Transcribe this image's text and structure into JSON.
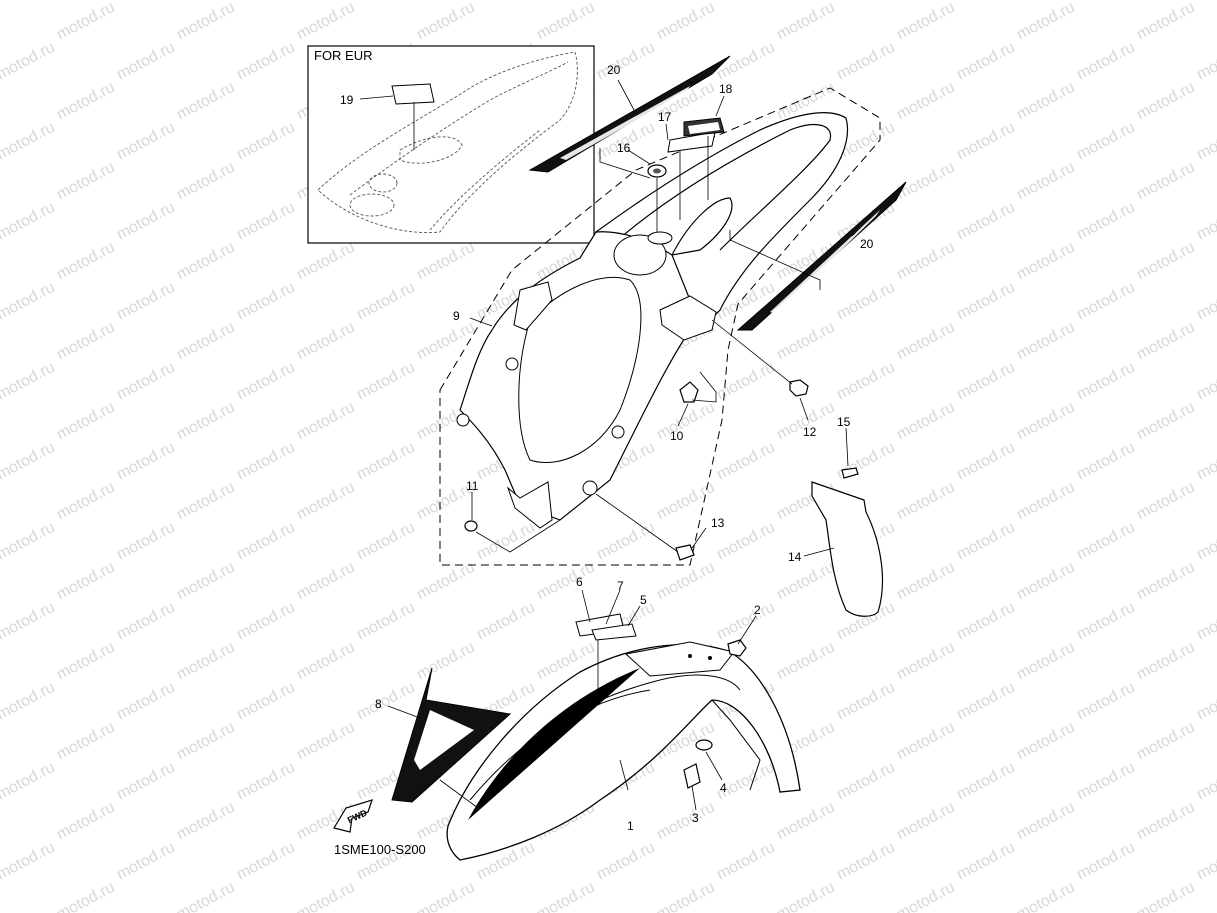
{
  "watermark": {
    "text": "motod.ru",
    "color": "#d8d8d8"
  },
  "inset": {
    "title": "FOR EUR"
  },
  "fwd_label": "FWD",
  "diagram_code": "1SME100-S200",
  "callouts": [
    {
      "id": "c1",
      "label": "1"
    },
    {
      "id": "c2",
      "label": "2"
    },
    {
      "id": "c3",
      "label": "3"
    },
    {
      "id": "c4",
      "label": "4"
    },
    {
      "id": "c5",
      "label": "5"
    },
    {
      "id": "c6",
      "label": "6"
    },
    {
      "id": "c7",
      "label": "7"
    },
    {
      "id": "c8",
      "label": "8"
    },
    {
      "id": "c9",
      "label": "9"
    },
    {
      "id": "c10",
      "label": "10"
    },
    {
      "id": "c11",
      "label": "11"
    },
    {
      "id": "c12",
      "label": "12"
    },
    {
      "id": "c13",
      "label": "13"
    },
    {
      "id": "c14",
      "label": "14"
    },
    {
      "id": "c15",
      "label": "15"
    },
    {
      "id": "c16",
      "label": "16"
    },
    {
      "id": "c17",
      "label": "17"
    },
    {
      "id": "c18",
      "label": "18"
    },
    {
      "id": "c19",
      "label": "19"
    },
    {
      "id": "c20a",
      "label": "20"
    },
    {
      "id": "c20b",
      "label": "20"
    }
  ]
}
